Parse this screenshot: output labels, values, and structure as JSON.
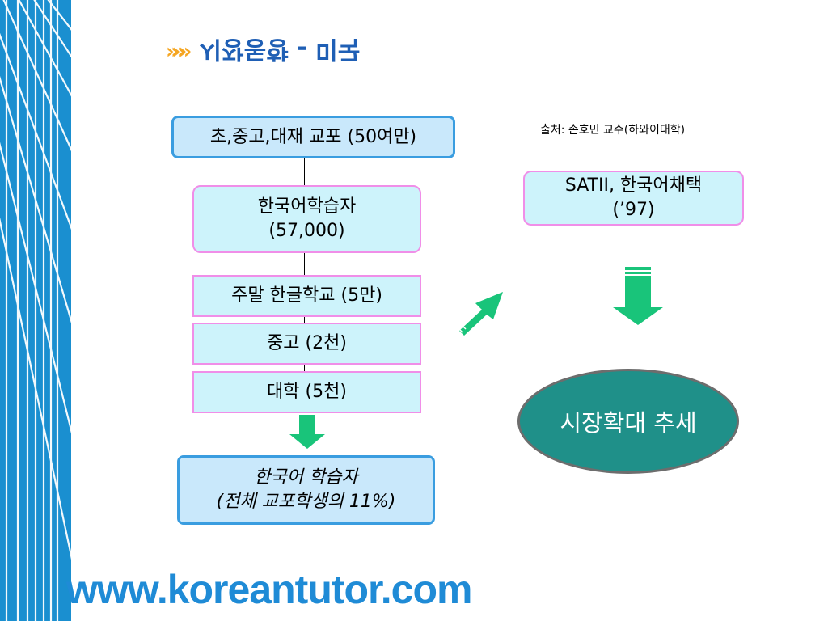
{
  "title": {
    "text": "시장동향 - 미국"
  },
  "source_note": "출처: 손호민 교수(하와이대학)",
  "flow": {
    "top_box": "초,중고,대재 교포 (50여만)",
    "learners_line1": "한국어학습자",
    "learners_line2": "(57,000)",
    "weekend_school": "주말 한글학교 (5만)",
    "middle_high": "중고 (2천)",
    "university": "대학 (5천)",
    "result_line1": "한국어 학습자",
    "result_line2": "(전체 교포학생의 11%)"
  },
  "right": {
    "sat_line1": "SATII, 한국어채택",
    "sat_line2": "(’97)",
    "trend": "시장확대 추세"
  },
  "footer": {
    "url": "www.koreantutor.com"
  },
  "colors": {
    "accent_blue": "#1f8bd6",
    "box_fill": "#cdf3fb",
    "arrow_green": "#19c47a",
    "ellipse_teal": "#1f9089"
  }
}
